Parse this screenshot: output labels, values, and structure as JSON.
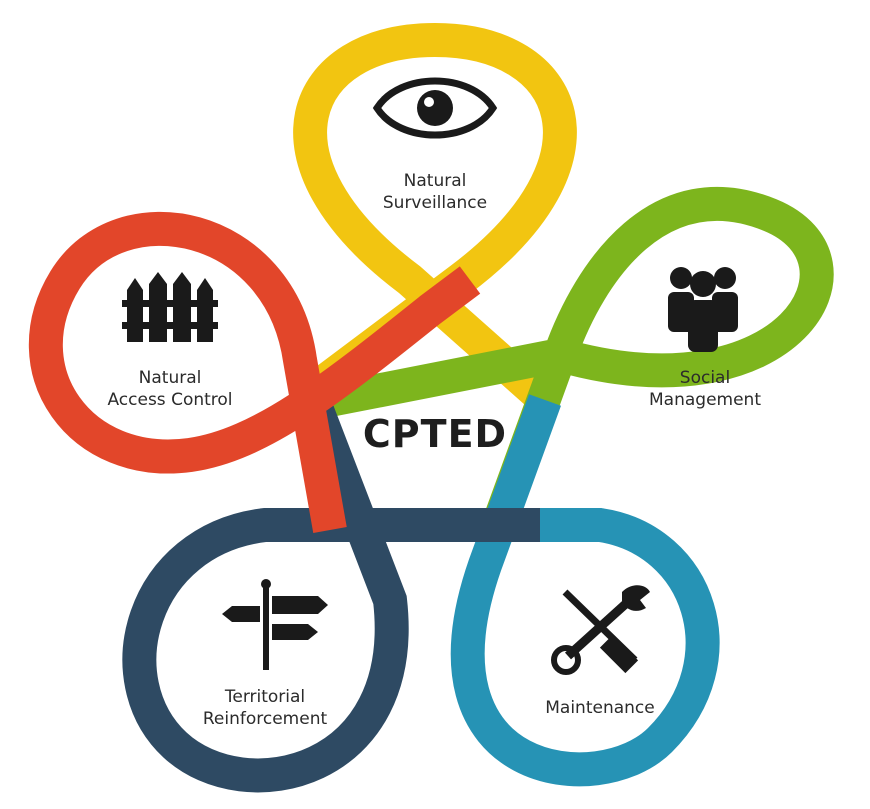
{
  "diagram": {
    "center": "CPTED",
    "petals": [
      {
        "id": "natural-surveillance",
        "lines": [
          "Natural",
          "Surveillance"
        ],
        "color": "#F2C511",
        "icon": "eye-icon"
      },
      {
        "id": "social-management",
        "lines": [
          "Social",
          "Management"
        ],
        "color": "#7DB51D",
        "icon": "people-group-icon"
      },
      {
        "id": "maintenance",
        "lines": [
          "Maintenance"
        ],
        "color": "#2693B5",
        "icon": "tools-icon"
      },
      {
        "id": "territorial-reinforcement",
        "lines": [
          "Territorial",
          "Reinforcement"
        ],
        "color": "#2E4A63",
        "icon": "signpost-icon"
      },
      {
        "id": "natural-access-control",
        "lines": [
          "Natural",
          "Access Control"
        ],
        "color": "#E2462A",
        "icon": "fence-icon"
      }
    ]
  }
}
